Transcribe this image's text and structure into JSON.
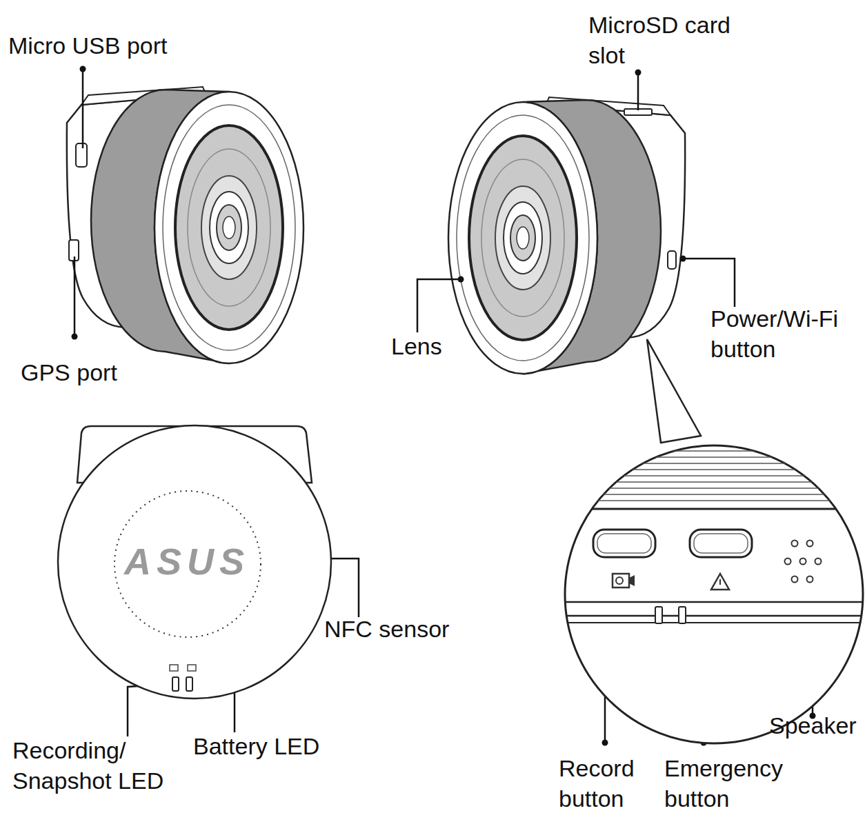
{
  "diagram": {
    "labels": [
      "Micro USB port",
      "MicroSD card slot",
      "Lens",
      "Power/Wi-Fi button",
      "GPS port",
      "ASUS",
      "NFC sensor",
      "Speaker",
      "Recording/ Snapshot LED",
      "Battery LED",
      "Record button",
      "Emergency button"
    ]
  }
}
